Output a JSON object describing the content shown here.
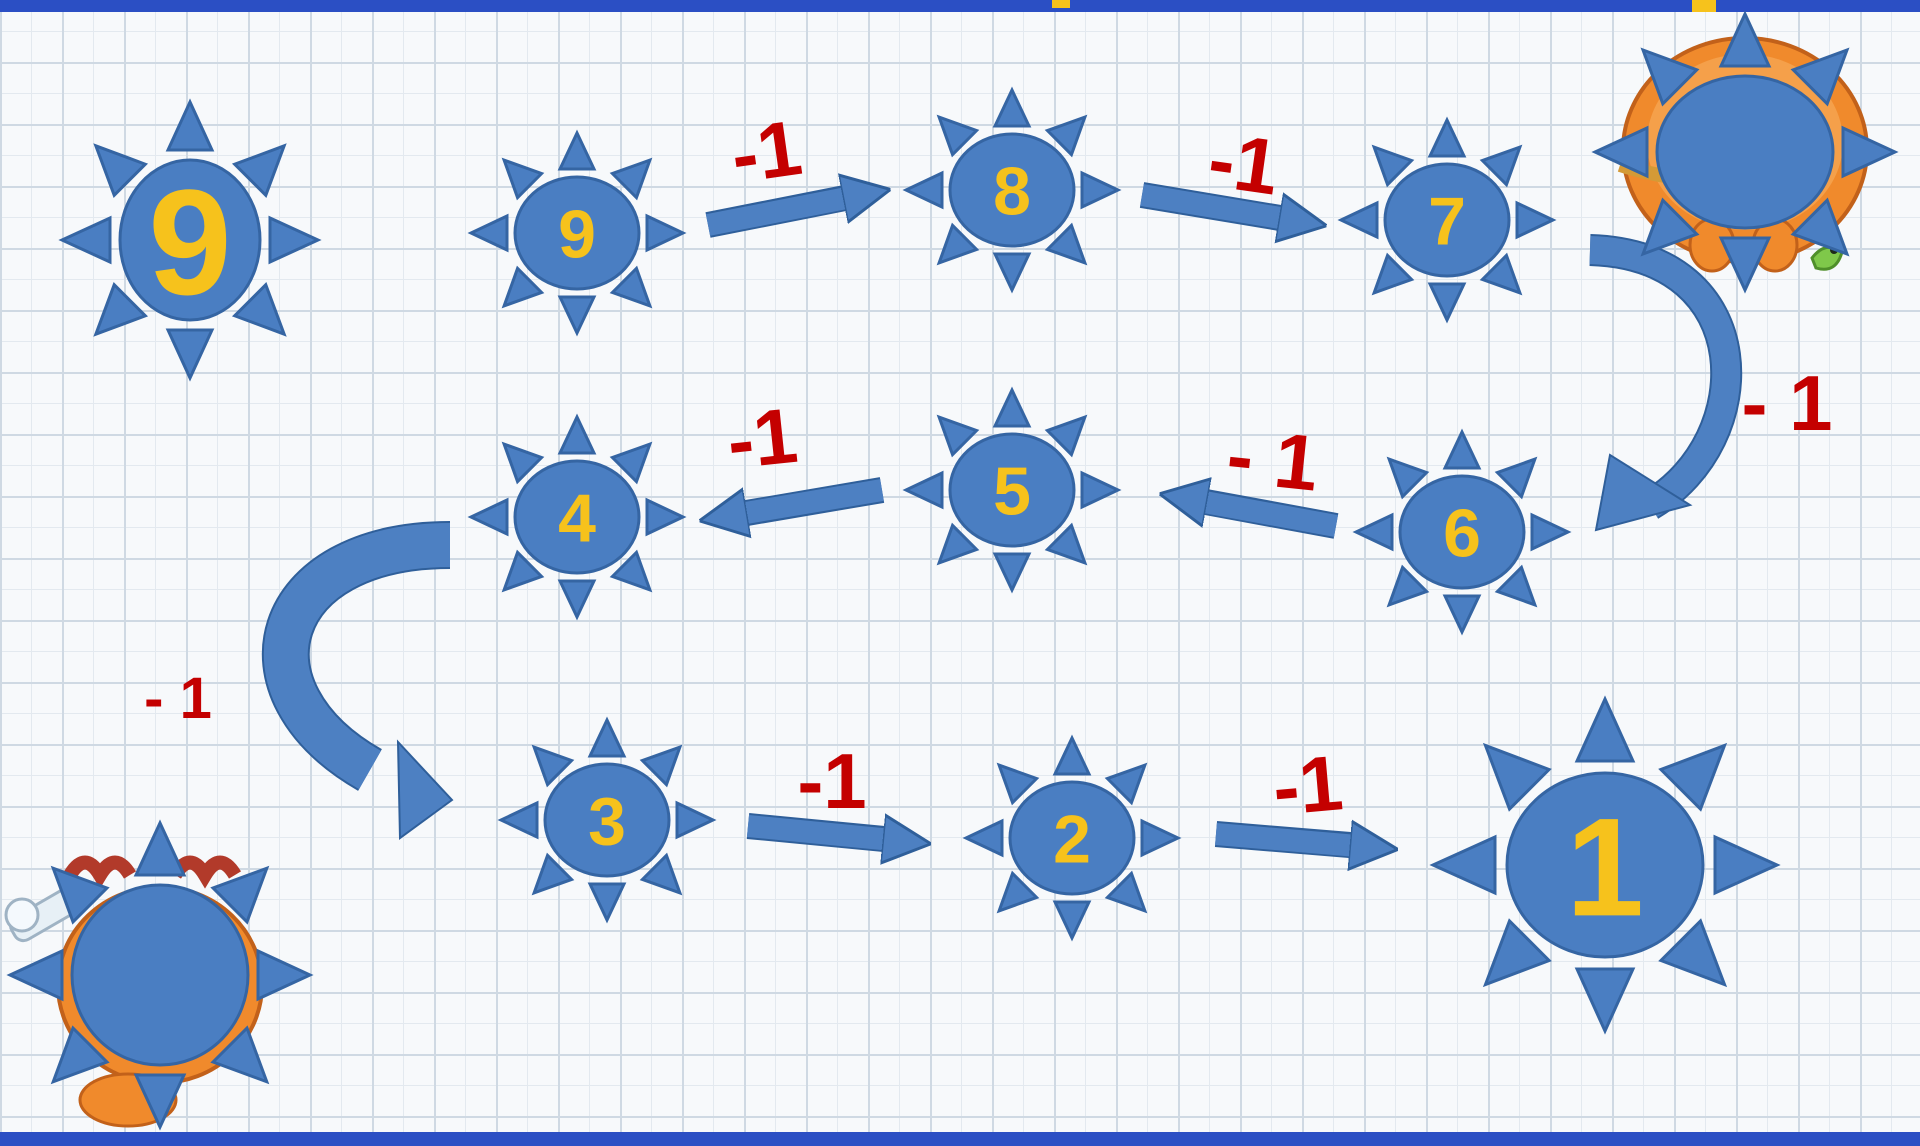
{
  "colors": {
    "sun_fill": "#4a7ec2",
    "sun_stroke": "#3565a3",
    "number_yellow": "#f6c21c",
    "label_red": "#c40000",
    "arrow_fill": "#4d80c2",
    "arrow_stroke": "#2f5f9a",
    "frame_blue": "#2b4fc4",
    "character_orange": "#f08a2c"
  },
  "sample_sun": {
    "number": "9"
  },
  "chain": [
    {
      "number": "9"
    },
    {
      "number": "8"
    },
    {
      "number": "7"
    },
    {
      "number": "6"
    },
    {
      "number": "5"
    },
    {
      "number": "4"
    },
    {
      "number": "3"
    },
    {
      "number": "2"
    },
    {
      "number": "1"
    }
  ],
  "step_labels": [
    "-1",
    "-1",
    "- 1",
    "- 1",
    "-1",
    "- 1",
    "-1",
    "-1"
  ],
  "decorations": {
    "top_right": "cartoon-character-sun",
    "bottom_left": "cartoon-character-sun"
  }
}
